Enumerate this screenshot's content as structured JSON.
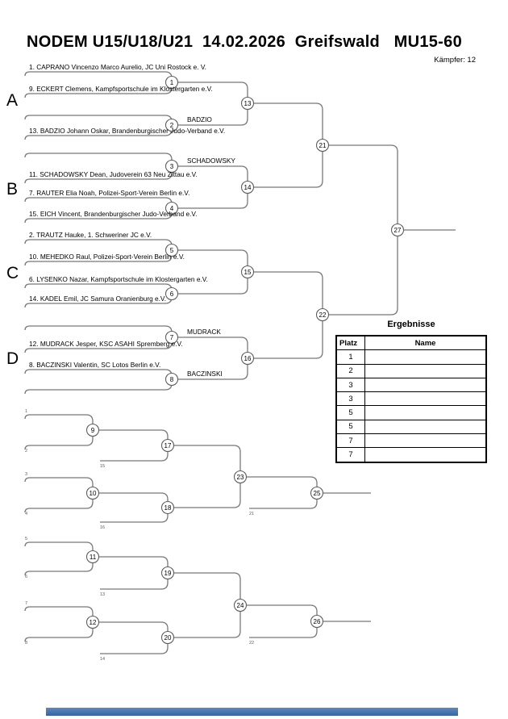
{
  "header": {
    "title": "NODEM U15/U18/U21  14.02.2026  Greifswald   MU15-60",
    "fighter_count_label": "Kämpfer: 12"
  },
  "main_bracket": {
    "group_letters": [
      "A",
      "B",
      "C",
      "D"
    ],
    "slots": [
      "1. CAPRANO Vincenzo Marco Aurelio, JC Uni Rostock e. V.",
      "9. ECKERT Clemens, Kampfsportschule im Klostergarten e.V.",
      "",
      "13. BADZIO Johann Oskar, Brandenburgischer Judo-Verband e.V.",
      "",
      "11. SCHADOWSKY Dean, Judoverein 63 Neu Zittau e.V.",
      "7. RAUTER Elia Noah, Polizei-Sport-Verein Berlin e.V.",
      "15. EICH Vincent, Brandenburgischer Judo-Verband e.V.",
      "2. TRAUTZ Hauke, 1. Schweriner JC e.V.",
      "10. MEHEDKO Raul, Polizei-Sport-Verein Berlin e.V.",
      "6. LYSENKO Nazar, Kampfsportschule im Klostergarten e.V.",
      "14. KADEL Emil, JC Samura Oranienburg e.V.",
      "",
      "12. MUDRACK Jesper, KSC ASAHI Spremberg e.V.",
      "8. BACZINSKI Valentin, SC Lotos Berlin e.V.",
      ""
    ],
    "round1_match_numbers": [
      "1",
      "2",
      "3",
      "4",
      "5",
      "6",
      "7",
      "8"
    ],
    "round2_match_numbers": [
      "13",
      "14",
      "15",
      "16"
    ],
    "round3_match_numbers": [
      "21",
      "22"
    ],
    "final_match_number": "27",
    "advancers": [
      {
        "from_match": "2",
        "name": "BADZIO"
      },
      {
        "from_match": "3",
        "name": "SCHADOWSKY"
      },
      {
        "from_match": "7",
        "name": "MUDRACK"
      },
      {
        "from_match": "8",
        "name": "BACZINSKI"
      }
    ]
  },
  "repechage_bracket": {
    "pair_feeder_labels": [
      [
        "1",
        "2"
      ],
      [
        "3",
        "4"
      ],
      [
        "5",
        "6"
      ],
      [
        "7",
        "8"
      ]
    ],
    "round1_match_numbers": [
      "9",
      "10",
      "11",
      "12"
    ],
    "round2_feeder_labels": [
      "15",
      "16",
      "13",
      "14"
    ],
    "round2_match_numbers": [
      "17",
      "18",
      "19",
      "20"
    ],
    "round3_match_numbers": [
      "23",
      "24"
    ],
    "final_feeder_labels": [
      "21",
      "22"
    ],
    "final_match_numbers": [
      "25",
      "26"
    ]
  },
  "results_table": {
    "title": "Ergebnisse",
    "columns": [
      "Platz",
      "Name"
    ],
    "rows": [
      {
        "platz": "1",
        "name": ""
      },
      {
        "platz": "2",
        "name": ""
      },
      {
        "platz": "3",
        "name": ""
      },
      {
        "platz": "3",
        "name": ""
      },
      {
        "platz": "5",
        "name": ""
      },
      {
        "platz": "5",
        "name": ""
      },
      {
        "platz": "7",
        "name": ""
      },
      {
        "platz": "7",
        "name": ""
      }
    ]
  },
  "footer": {
    "accent_bar_color": "#3a639b"
  }
}
